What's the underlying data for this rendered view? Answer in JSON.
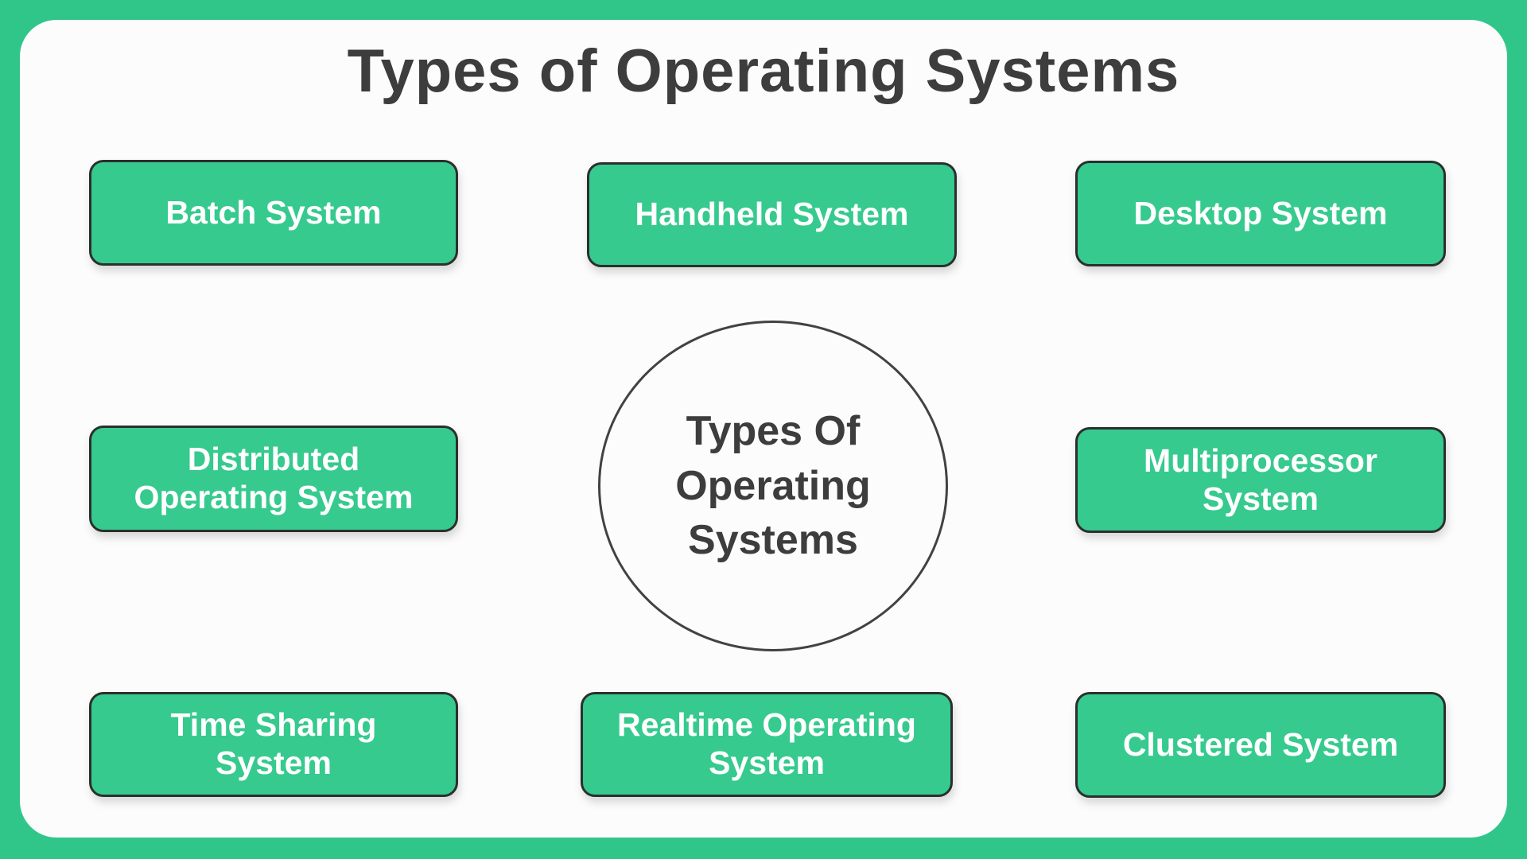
{
  "title": "Types of Operating Systems",
  "center": {
    "label": "Types Of\nOperating\nSystems"
  },
  "boxes": [
    {
      "id": "batch-system",
      "label": "Batch System"
    },
    {
      "id": "handheld-system",
      "label": "Handheld System"
    },
    {
      "id": "desktop-system",
      "label": "Desktop System"
    },
    {
      "id": "distributed-operating-system",
      "label": "Distributed\nOperating System"
    },
    {
      "id": "multiprocessor-system",
      "label": "Multiprocessor\nSystem"
    },
    {
      "id": "time-sharing-system",
      "label": "Time Sharing\nSystem"
    },
    {
      "id": "realtime-operating-system",
      "label": "Realtime Operating\nSystem"
    },
    {
      "id": "clustered-system",
      "label": "Clustered System"
    }
  ],
  "colors": {
    "frame_green": "#31c689",
    "node_green": "#36ca8e",
    "node_border": "#2b2f2e",
    "node_text": "#ffffff",
    "heading_text": "#3d3d3d",
    "circle_border": "#424242",
    "card_background": "#fcfcfc"
  }
}
